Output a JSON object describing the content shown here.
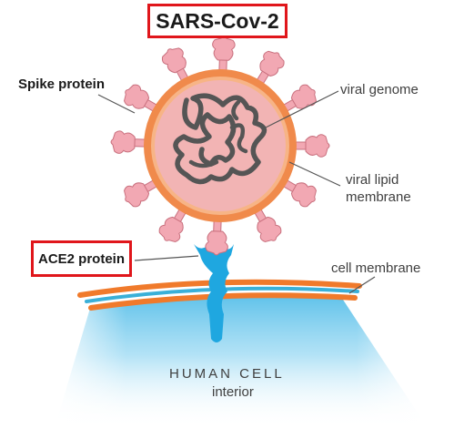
{
  "title": "SARS-Cov-2",
  "labels": {
    "spike": "Spike protein",
    "genome": "viral genome",
    "lipid_line1": "viral lipid",
    "lipid_line2": "membrane",
    "ace2": "ACE2 protein",
    "cell_membrane": "cell membrane",
    "human_cell": "HUMAN CELL",
    "interior": "interior"
  },
  "colors": {
    "highlight_box": "#e0161b",
    "virus_body": "#f2b4b4",
    "virus_ring": "#f08a4b",
    "spike": "#f2a8b3",
    "genome": "#555555",
    "ace2": "#1fa7e0",
    "membrane_outer": "#f07a2b",
    "membrane_inner": "#3ab0d8",
    "cell_interior": "#7fd0f0"
  }
}
